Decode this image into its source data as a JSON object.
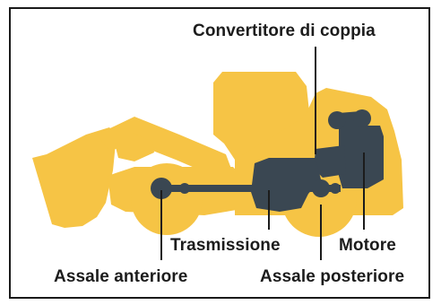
{
  "labels": {
    "converter": "Convertitore di coppia",
    "transmission": "Trasmissione",
    "engine": "Motore",
    "front_axle": "Assale anteriore",
    "rear_axle": "Assale posteriore"
  },
  "colors": {
    "body": "#f6c445",
    "drivetrain": "#3a4752",
    "text": "#1c1c1c",
    "frame": "#1a1a1a"
  }
}
